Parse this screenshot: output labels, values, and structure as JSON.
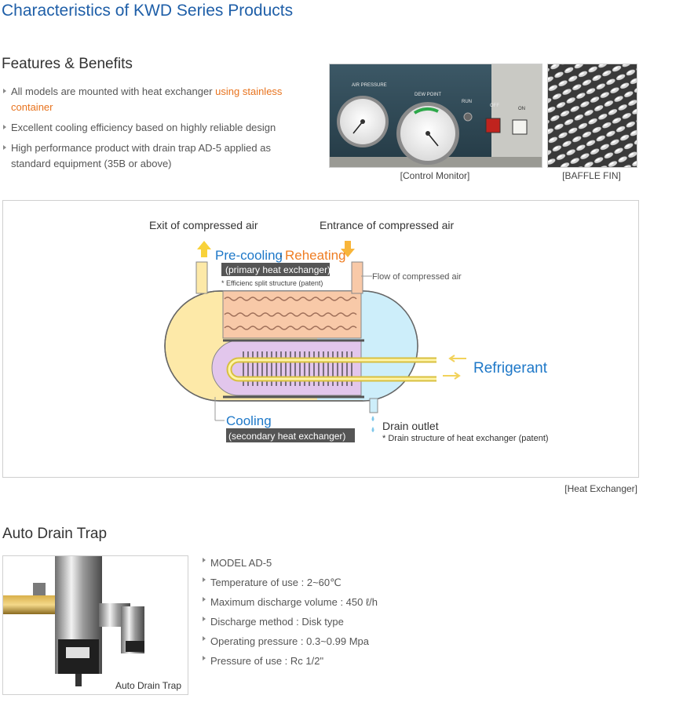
{
  "page_title": "Characteristics of KWD Series Products",
  "features": {
    "heading": "Features & Benefits",
    "items": [
      {
        "text": "All models are mounted with heat exchanger ",
        "highlight": "using stainless container"
      },
      {
        "text": "Excellent cooling efficiency based on highly reliable design",
        "highlight": ""
      },
      {
        "text": "High performance product with drain trap AD-5 applied as standard equipment (35B or above)",
        "highlight": ""
      }
    ]
  },
  "images": {
    "control_monitor": {
      "caption": "[Control Monitor]",
      "gauge1_label": "AIR PRESSURE",
      "gauge2_label": "DEW POINT",
      "run": "RUN",
      "off": "OFF",
      "on": "ON"
    },
    "baffle_fin": {
      "caption": "[BAFFLE FIN]"
    }
  },
  "diagram": {
    "caption": "[Heat Exchanger]",
    "exit_label": "Exit of compressed air",
    "entrance_label": "Entrance of compressed air",
    "precooling": "Pre-cooling",
    "dot": "·",
    "reheating": "Reheating",
    "primary_box": "(primary heat exchanger)",
    "split_note": "* Efficienc split structure (patent)",
    "flow_label": "Flow of compressed air",
    "refrigerant": "Refrigerant",
    "cooling": "Cooling",
    "secondary_box": "(secondary heat exchanger)",
    "drain_outlet": "Drain outlet",
    "drain_note": "* Drain structure of heat exchanger (patent)"
  },
  "drain_trap": {
    "heading": "Auto Drain Trap",
    "photo_label": "Auto Drain Trap",
    "specs": [
      "MODEL AD-5",
      "Temperature of use : 2~60℃",
      "Maximum discharge volume : 450 ℓ/h",
      "Discharge method : Disk type",
      "Operating pressure : 0.3~0.99 Mpa",
      "Pressure of use : Rc 1/2\""
    ]
  },
  "colors": {
    "title_blue": "#1f5fa8",
    "highlight_orange": "#e8731e",
    "cooling_blue": "#1e78c8",
    "reheat_orange": "#ef7d22"
  }
}
